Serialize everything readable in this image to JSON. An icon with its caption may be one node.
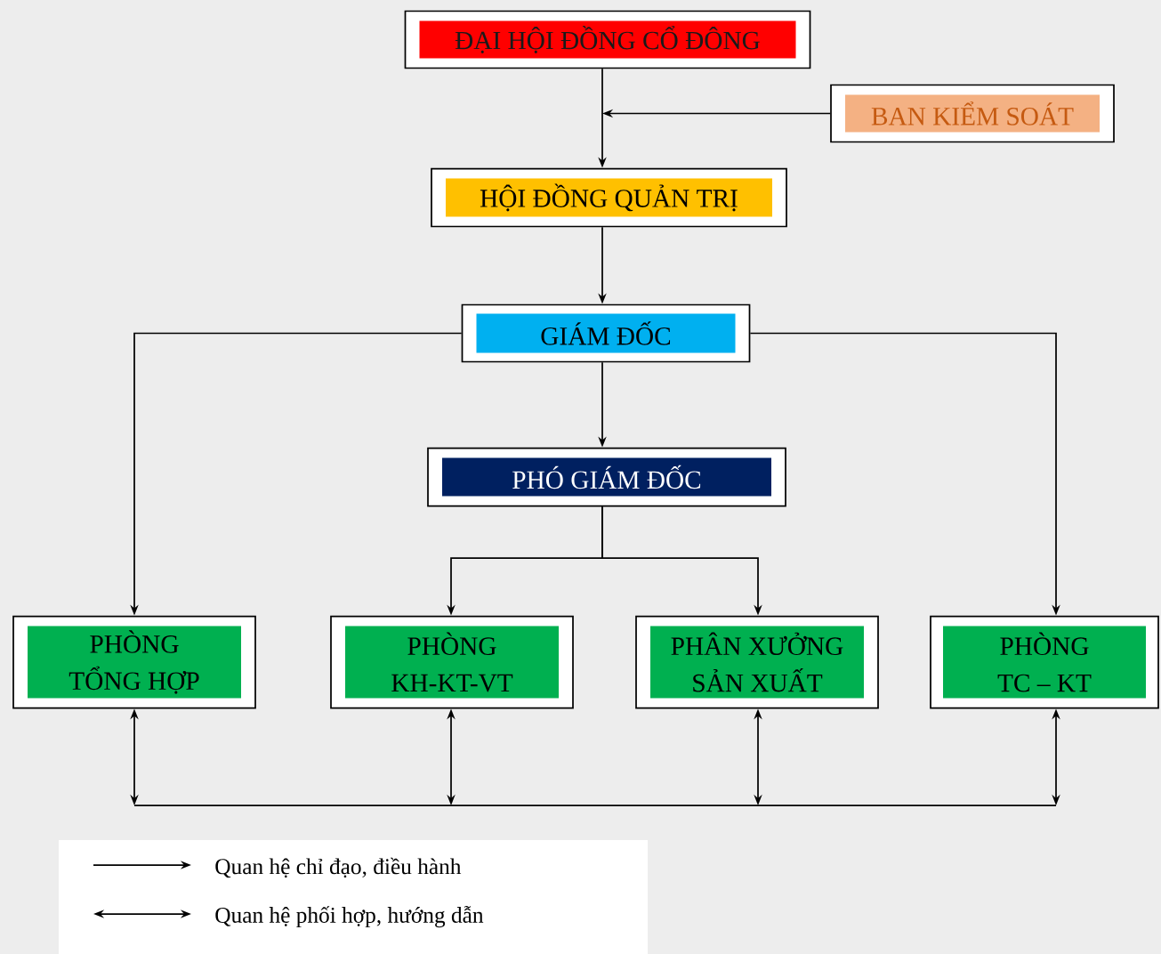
{
  "diagram": {
    "nodes": [
      {
        "text": [
          "ĐẠI HỘI ĐỒNG CỔ ĐÔNG"
        ]
      },
      {
        "text": [
          "BAN KIỂM SOÁT"
        ]
      },
      {
        "text": [
          "HỘI ĐỒNG QUẢN TRỊ"
        ]
      },
      {
        "text": [
          "GIÁM ĐỐC"
        ]
      },
      {
        "text": [
          "PHÓ GIÁM ĐỐC"
        ]
      },
      {
        "text": [
          "PHÒNG TỔNG HỢP"
        ]
      },
      {
        "text": [
          "PHÒNG KH-KT-VT"
        ]
      },
      {
        "text": [
          "PHÂN XƯỞNG SẢN XUẤT"
        ]
      },
      {
        "text": [
          "PHÒNG TC – KT"
        ]
      }
    ],
    "edges": [
      {
        "from": 0,
        "to": 2,
        "arrow": "to"
      },
      {
        "from": 1,
        "to": null,
        "arrow": "to"
      },
      {
        "from": 2,
        "to": 3,
        "arrow": "to"
      },
      {
        "from": 3,
        "to": 4,
        "arrow": "to"
      },
      {
        "from": 3,
        "to": 5,
        "arrow": "to"
      },
      {
        "from": 3,
        "to": 8,
        "arrow": "to"
      },
      {
        "from": 4,
        "to": 6,
        "arrow": "to"
      },
      {
        "from": 4,
        "to": 7,
        "arrow": "to"
      },
      {
        "from": 5,
        "to": null,
        "arrow": "both"
      },
      {
        "from": 6,
        "to": null,
        "arrow": "both"
      },
      {
        "from": 7,
        "to": null,
        "arrow": "both"
      },
      {
        "from": 8,
        "to": null,
        "arrow": "both"
      }
    ],
    "legend": [
      {
        "text": "Quan hệ chỉ đạo, điều hành"
      },
      {
        "text": "Quan hệ phối hợp, hướng dẫn"
      }
    ]
  }
}
